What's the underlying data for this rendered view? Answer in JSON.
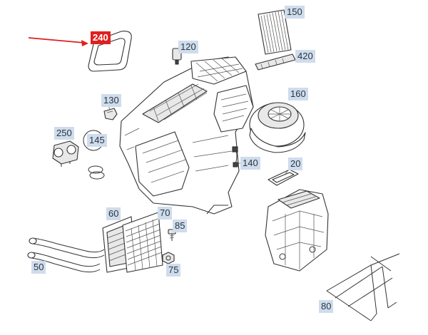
{
  "highlight_color": "#e02020",
  "callout_color": "#cfdcec",
  "callouts": [
    {
      "id": "240",
      "label": "240",
      "highlighted": true
    },
    {
      "id": "120",
      "label": "120"
    },
    {
      "id": "130",
      "label": "130"
    },
    {
      "id": "145",
      "label": "145"
    },
    {
      "id": "250",
      "label": "250"
    },
    {
      "id": "150",
      "label": "150"
    },
    {
      "id": "420",
      "label": "420"
    },
    {
      "id": "160",
      "label": "160"
    },
    {
      "id": "140",
      "label": "140"
    },
    {
      "id": "20",
      "label": "20"
    },
    {
      "id": "60",
      "label": "60"
    },
    {
      "id": "70",
      "label": "70"
    },
    {
      "id": "85",
      "label": "85"
    },
    {
      "id": "75",
      "label": "75"
    },
    {
      "id": "50",
      "label": "50"
    },
    {
      "id": "80",
      "label": "80"
    }
  ]
}
